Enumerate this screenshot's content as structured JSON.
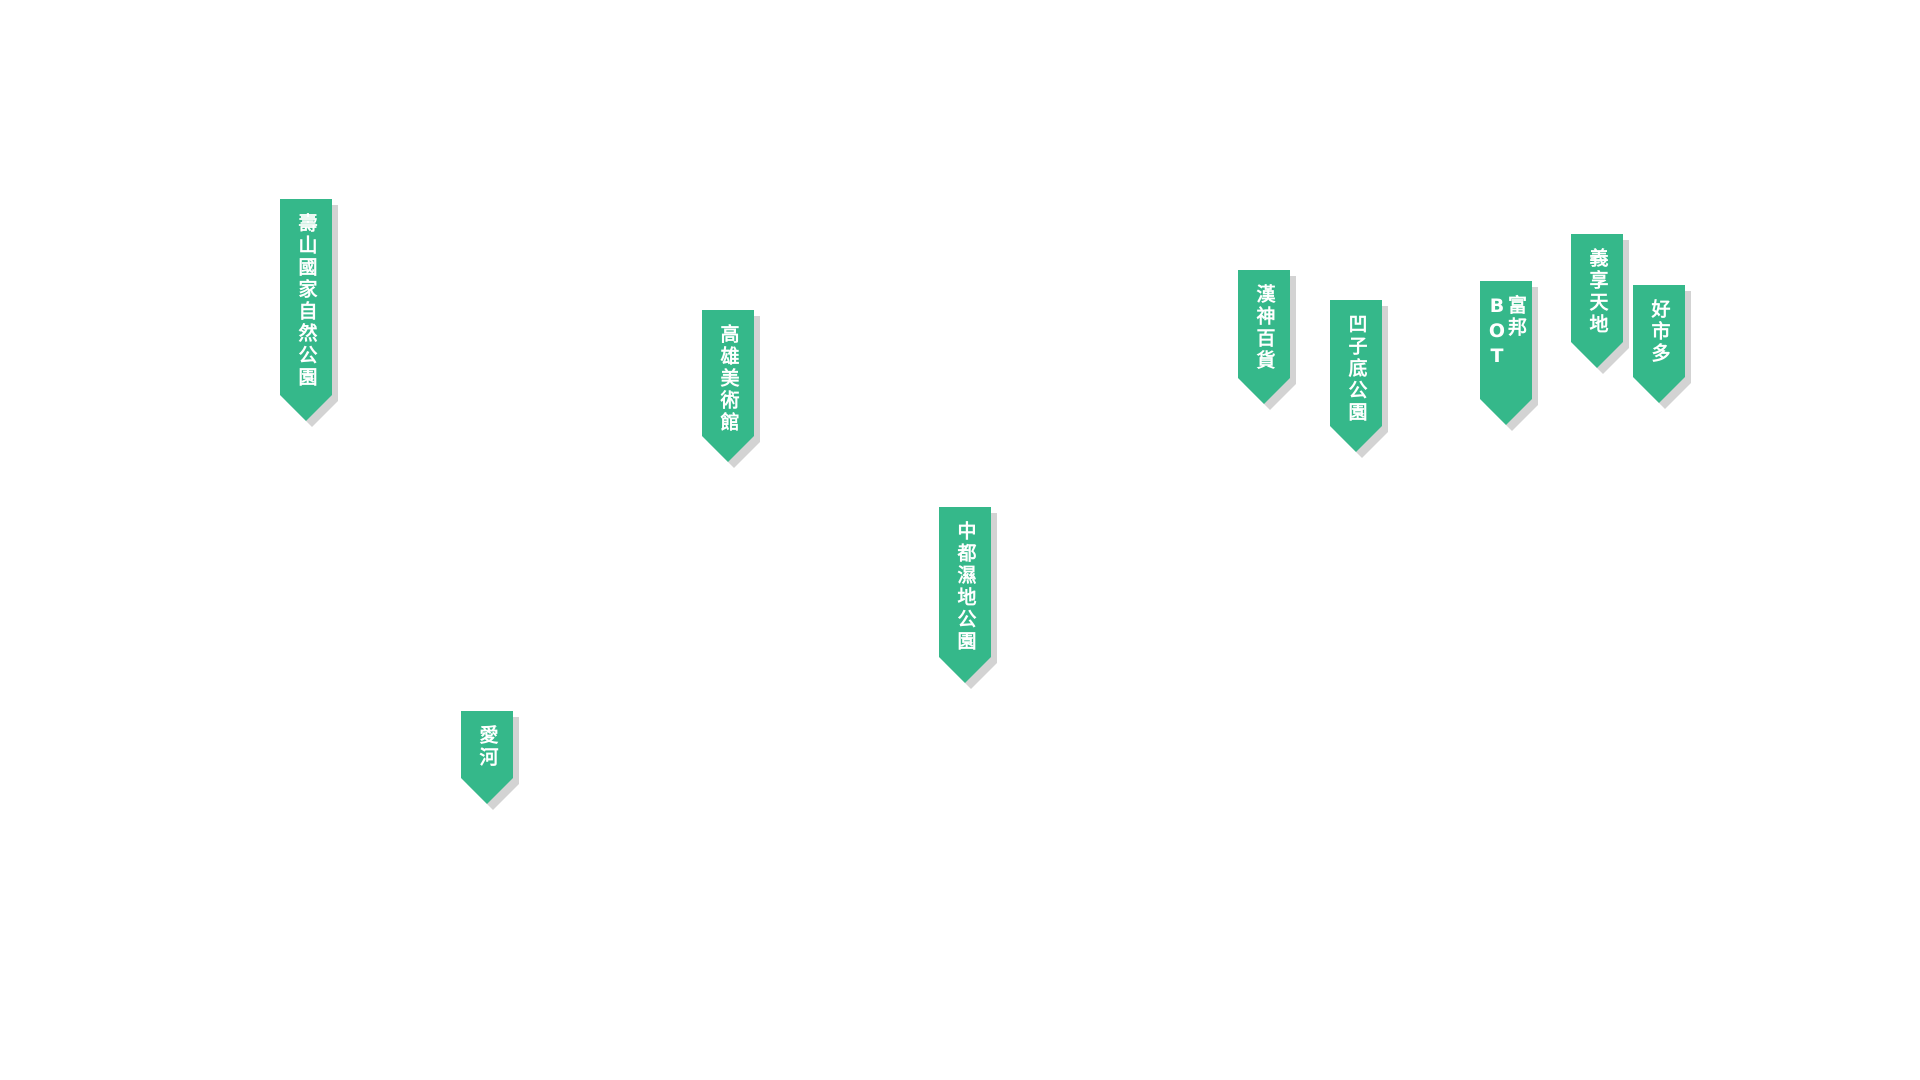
{
  "colors": {
    "pin": "#35b88a",
    "pin_shadow": "#d3d3d3",
    "label": "#ffffff",
    "background": "#ffffff"
  },
  "icons": {
    "pin": "bookmark-ribbon-marker-icon"
  },
  "markers": [
    {
      "id": "shoushan",
      "label": "壽山國家自然公園"
    },
    {
      "id": "museum",
      "label": "高雄美術館"
    },
    {
      "id": "love-river",
      "label": "愛河"
    },
    {
      "id": "zhongdu",
      "label": "中都濕地公園"
    },
    {
      "id": "hanshin",
      "label": "漢神百貨"
    },
    {
      "id": "aozidi",
      "label": "凹子底公園"
    },
    {
      "id": "fubon",
      "label": "富邦 BOT"
    },
    {
      "id": "yixiang",
      "label": "義享天地"
    },
    {
      "id": "costco",
      "label": "好市多"
    }
  ]
}
